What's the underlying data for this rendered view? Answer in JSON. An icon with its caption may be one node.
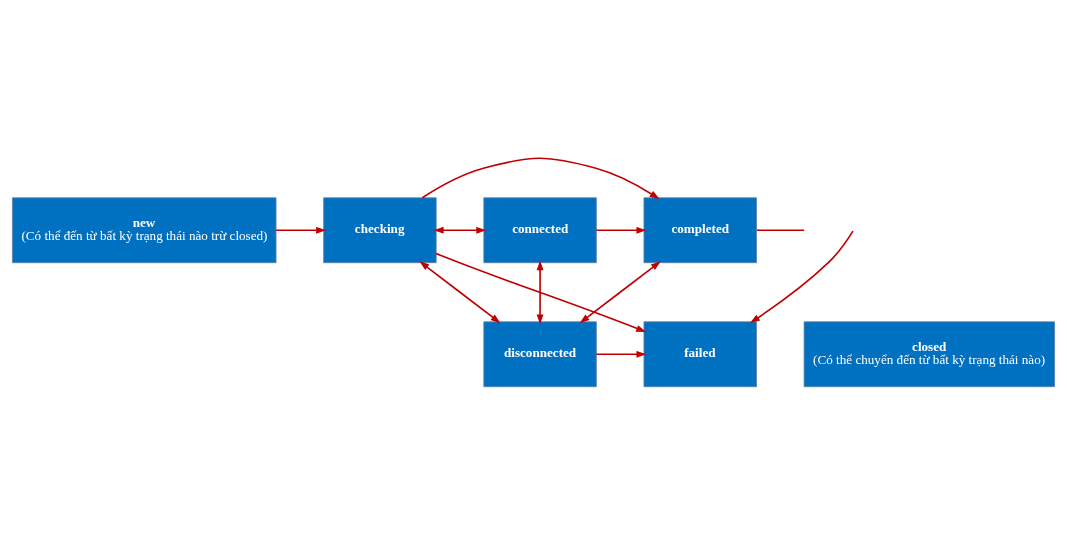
{
  "diagram": {
    "nodes": [
      {
        "text": [
          "new",
          "(Có thể đến từ bất kỳ trạng thái nào trừ closed)"
        ]
      },
      {
        "text": [
          "checking"
        ]
      },
      {
        "text": [
          "connected"
        ]
      },
      {
        "text": [
          "completed"
        ]
      },
      {
        "text": [
          "failed"
        ]
      },
      {
        "text": [
          "disconnected"
        ]
      },
      {
        "text": [
          "closed",
          "(Có thể chuyển đến từ bất kỳ trạng thái nào)"
        ]
      }
    ],
    "edges": [
      {
        "from": 0,
        "to": 1,
        "arrow": "to"
      },
      {
        "from": 1,
        "to": 2,
        "arrow": "both"
      },
      {
        "from": 2,
        "to": 3,
        "arrow": "to"
      },
      {
        "from": 1,
        "to": 3,
        "arrow": "to"
      },
      {
        "from": 3,
        "to": null,
        "arrow": "none"
      },
      {
        "from": 1,
        "to": 4,
        "arrow": "to"
      },
      {
        "from": 1,
        "to": 5,
        "arrow": "both"
      },
      {
        "from": 2,
        "to": 5,
        "arrow": "both"
      },
      {
        "from": 3,
        "to": 5,
        "arrow": "both"
      },
      {
        "from": 5,
        "to": 4,
        "arrow": "to"
      },
      {
        "from": null,
        "to": 4,
        "arrow": "to"
      }
    ]
  }
}
